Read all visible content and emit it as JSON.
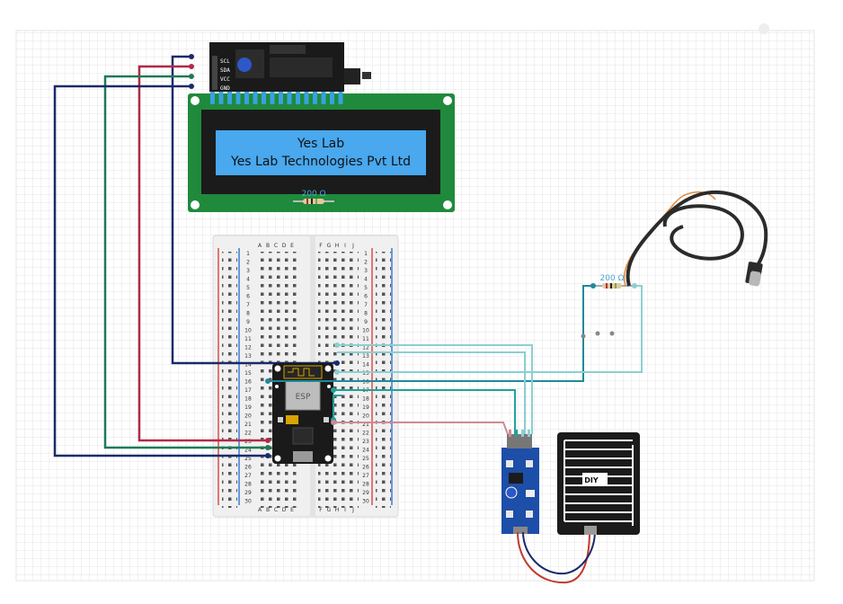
{
  "lcd": {
    "line1": "Yes Lab",
    "line2": "Yes Lab Technologies Pvt Ltd",
    "resistor_label": "200 Ω",
    "i2c_pins": [
      "SCL",
      "SDA",
      "VCC",
      "GND"
    ]
  },
  "sensor": {
    "resistor_label": "200 Ω"
  },
  "breadboard": {
    "columns_left": [
      "A",
      "B",
      "C",
      "D",
      "E"
    ],
    "columns_right": [
      "F",
      "G",
      "H",
      "I",
      "J"
    ],
    "rows": [
      "1",
      "2",
      "3",
      "4",
      "5",
      "6",
      "7",
      "8",
      "9",
      "10",
      "11",
      "12",
      "13",
      "14",
      "15",
      "16",
      "17",
      "18",
      "19",
      "20",
      "21",
      "22",
      "23",
      "24",
      "25",
      "26",
      "27",
      "28",
      "29",
      "30"
    ]
  },
  "colors": {
    "lcd_pcb": "#1f8a3b",
    "lcd_screen": "#49a8ee",
    "wire_navy": "#1a2a6c",
    "wire_red": "#b22a47",
    "wire_green": "#1e7a55",
    "wire_teal": "#1fa39a",
    "wire_lightblue": "#8ccfd2",
    "wire_pink": "#d08a95",
    "module_blue": "#1d4ea8"
  }
}
